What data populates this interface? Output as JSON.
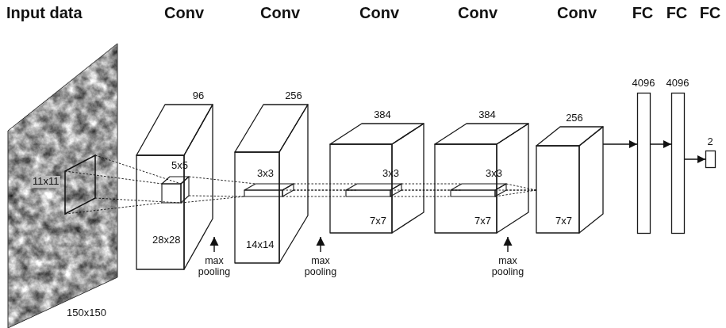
{
  "diagram": {
    "nodes": [
      {
        "text": [
          "150x150"
        ]
      },
      {
        "text": [
          "11x11"
        ],
        "in": 0
      },
      {
        "text": [
          "96",
          "28x28"
        ]
      },
      {
        "text": [
          "5x5"
        ],
        "in": 2
      },
      {
        "text": [
          "256",
          "14x14"
        ]
      },
      {
        "text": [
          "3x3"
        ],
        "in": 4
      },
      {
        "text": [
          "384",
          "7x7"
        ]
      },
      {
        "text": [
          "3x3"
        ],
        "in": 6
      },
      {
        "text": [
          "384",
          "7x7"
        ]
      },
      {
        "text": [
          "3x3"
        ],
        "in": 8
      },
      {
        "text": [
          "256",
          "7x7"
        ]
      },
      {
        "text": [
          "4096"
        ]
      },
      {
        "text": [
          "4096"
        ]
      },
      {
        "text": [
          "2"
        ]
      }
    ],
    "edges": [
      {
        "from": 1,
        "to": 3,
        "arrow": "none"
      },
      {
        "from": 3,
        "to": 5,
        "arrow": "none"
      },
      {
        "from": 5,
        "to": 7,
        "arrow": "none"
      },
      {
        "from": 7,
        "to": 9,
        "arrow": "none"
      },
      {
        "from": 9,
        "to": 10,
        "arrow": "none"
      },
      {
        "from": 10,
        "to": 11,
        "arrow": "to"
      },
      {
        "from": 11,
        "to": 12,
        "arrow": "to"
      },
      {
        "from": 12,
        "to": 13,
        "arrow": "to"
      }
    ],
    "labels": [
      "Input data",
      "Conv",
      "Conv",
      "Conv",
      "Conv",
      "Conv",
      "FC",
      "FC",
      "FC",
      "max pooling",
      "max pooling",
      "max pooling"
    ]
  }
}
